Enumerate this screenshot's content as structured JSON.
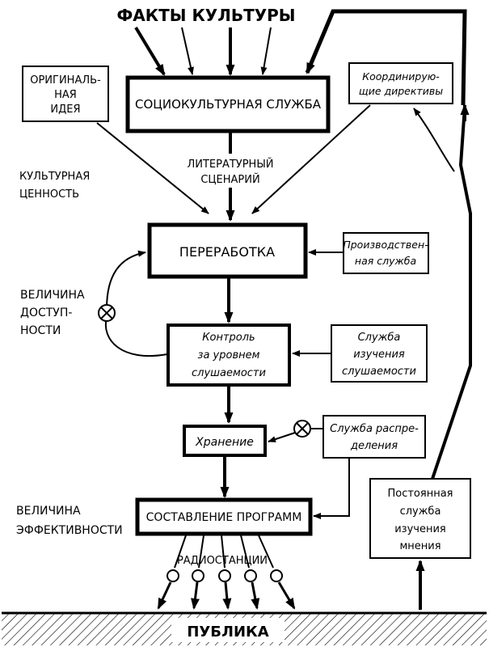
{
  "title": "ФАКТЫ КУЛЬТУРЫ",
  "boxes": {
    "sociocultural": "СОЦИОКУЛЬТУРНАЯ СЛУЖБА",
    "original_idea": [
      "ОРИГИНАЛЬ-",
      "НАЯ",
      "ИДЕЯ"
    ],
    "coordinating": [
      "Координирую-",
      "щие директивы"
    ],
    "processing": "ПЕРЕРАБОТКА",
    "production": [
      "Производствен-",
      "ная служба"
    ],
    "control": [
      "Контроль",
      "за уровнем",
      "слушаемости"
    ],
    "audience_study": [
      "Служба",
      "изучения",
      "слушаемости"
    ],
    "storage": "Хранение",
    "distribution": [
      "Служба распре-",
      "деления"
    ],
    "programming": "СОСТАВЛЕНИЕ ПРОГРАММ",
    "opinion": [
      "Постоянная",
      "служба",
      "изучения",
      "мнения"
    ]
  },
  "labels": {
    "literary_scenario": [
      "ЛИТЕРАТУРНЫЙ",
      "СЦЕНАРИЙ"
    ],
    "cultural_value": [
      "КУЛЬТУРНАЯ",
      "ЦЕННОСТЬ"
    ],
    "accessibility": [
      "ВЕЛИЧИНА",
      "ДОСТУП-",
      "НОСТИ"
    ],
    "effectiveness": [
      "ВЕЛИЧИНА",
      "ЭФФЕКТИВНОСТИ"
    ],
    "radio_stations": "РАДИОСТАНЦИИ",
    "public": "ПУБЛИКА"
  }
}
